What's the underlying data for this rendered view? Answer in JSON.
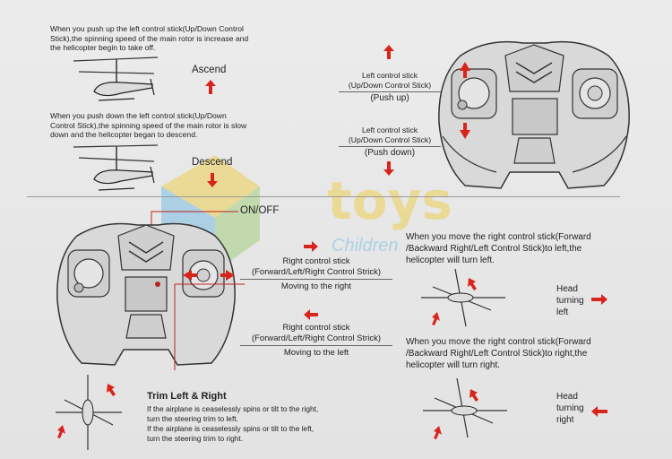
{
  "ascend": {
    "text": "When you push up the left control stick(Up/Down Control Stick),the spinning speed of the main rotor is increase and the helicopter begin to take off.",
    "label": "Ascend"
  },
  "descend": {
    "text": "When you push down the left control stick(Up/Down Control Stick),the spinning speed of the main rotor is slow down and the helicopter began to descend.",
    "label": "Descend"
  },
  "left_stick": {
    "up_line1": "Left control stick",
    "up_line2": "(Up/Down Control Stick)",
    "up_line3": "(Push up)",
    "down_line1": "Left control stick",
    "down_line2": "(Up/Down Control Stick)",
    "down_line3": "(Push down)"
  },
  "on_off": "ON/OFF",
  "right_stick": {
    "right_line1": "Right control stick",
    "right_line2": "(Forward/Left/Right Control Strick)",
    "right_line3": "Moving to the right",
    "left_line1": "Right control stick",
    "left_line2": "(Forward/Left/Right Control Strick)",
    "left_line3": "Moving to the left"
  },
  "turn_left": {
    "text": "When you move the right control stick(Forward /Backward Right/Left Control Stick)to left,the helicopter will turn left.",
    "head1": "Head",
    "head2": "turning",
    "head3": "left"
  },
  "turn_right": {
    "text": "When you move the right control stick(Forward /Backward Right/Left Control Stick)to right,the helicopter will turn right.",
    "head1": "Head",
    "head2": "turning",
    "head3": "right"
  },
  "trim": {
    "title": "Trim Left & Right",
    "line1": "If the airplane is ceaselessly spins or tilt to the right,",
    "line2": "turn the steering trim to left.",
    "line3": "If the airplane is ceaselessly spins or tilt to the left,",
    "line4": "turn the steering trim to right."
  },
  "watermark": {
    "word": "toys",
    "sub": "Children"
  },
  "colors": {
    "arrow_red": "#d8241c",
    "text": "#222222",
    "line": "#555555"
  }
}
